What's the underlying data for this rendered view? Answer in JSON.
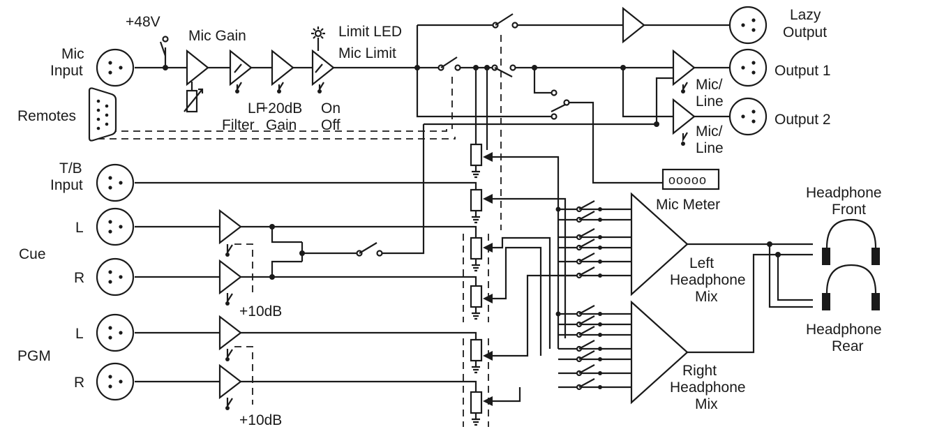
{
  "labels": {
    "phantom": "+48V",
    "mic_gain": "Mic Gain",
    "limit_led": "Limit LED",
    "mic_limit": "Mic Limit",
    "lazy_output_1": "Lazy",
    "lazy_output_2": "Output",
    "output1": "Output 1",
    "output2": "Output 2",
    "mic_line_a1": "Mic/",
    "mic_line_a2": "Line",
    "mic_line_b1": "Mic/",
    "mic_line_b2": "Line",
    "mic_input_1": "Mic",
    "mic_input_2": "Input",
    "remotes": "Remotes",
    "tb_input_1": "T/B",
    "tb_input_2": "Input",
    "cue": "Cue",
    "cue_l": "L",
    "cue_r": "R",
    "pgm": "PGM",
    "pgm_l": "L",
    "pgm_r": "R",
    "lf_1": "LF",
    "lf_2": "Filter",
    "gain20_1": "+20dB",
    "gain20_2": "Gain",
    "onoff_1": "On",
    "onoff_2": "Off",
    "plus10_a": "+10dB",
    "plus10_b": "+10dB",
    "mic_meter": "Mic Meter",
    "left_mix_1": "Left",
    "left_mix_2": "Headphone",
    "left_mix_3": "Mix",
    "right_mix_1": "Right",
    "right_mix_2": "Headphone",
    "right_mix_3": "Mix",
    "hp_front_1": "Headphone",
    "hp_front_2": "Front",
    "hp_rear_1": "Headphone",
    "hp_rear_2": "Rear",
    "meter_glyphs": "ooooo"
  },
  "icons": [
    "xlr-connector-icon",
    "db9-connector-icon",
    "amplifier-icon",
    "potentiometer-icon",
    "headphone-icon",
    "led-icon",
    "switch-icon"
  ]
}
